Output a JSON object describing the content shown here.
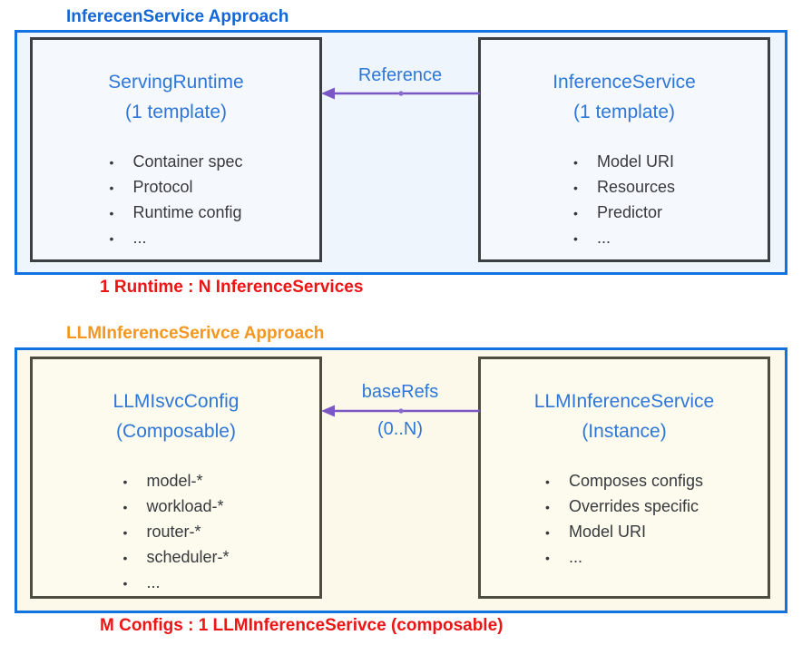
{
  "colors": {
    "panel_border_blue": "#1272e0",
    "panel_fill_blue": "#eff5fc",
    "panel_fill_cream": "#fcf9ea",
    "card_border_dark": "#3c4043",
    "card_border_olive": "#4e4c3e",
    "heading_blue": "#2e77d8",
    "approach_title_blue": "#1467d6",
    "approach_title_orange": "#f5961e",
    "relation_note_red": "#ec1414",
    "arrow_purple": "#7a57c5",
    "bullet_text": "#37393d"
  },
  "approach_infer": {
    "title": "InferecenService Approach",
    "relation_note": "1 Runtime : N InferenceServices",
    "arrow": {
      "label": "Reference"
    },
    "cards": [
      {
        "title_line1": "ServingRuntime",
        "title_line2": "(1 template)",
        "bullets": [
          "Container spec",
          "Protocol",
          "Runtime config",
          "..."
        ]
      },
      {
        "title_line1": "InferenceService",
        "title_line2": "(1 template)",
        "bullets": [
          "Model URI",
          "Resources",
          "Predictor",
          "..."
        ]
      }
    ]
  },
  "approach_llm": {
    "title": "LLMInferenceSerivce Approach",
    "relation_note": "M Configs : 1 LLMInferenceSerivce (composable)",
    "arrow": {
      "label": "baseRefs",
      "cardinality": "(0..N)"
    },
    "cards": [
      {
        "title_line1": "LLMIsvcConfig",
        "title_line2": "(Composable)",
        "bullets": [
          "model-*",
          "workload-*",
          "router-*",
          "scheduler-*",
          "..."
        ]
      },
      {
        "title_line1": "LLMInferenceService",
        "title_line2": "(Instance)",
        "bullets": [
          "Composes configs",
          "Overrides specific",
          "Model URI",
          "..."
        ]
      }
    ]
  }
}
